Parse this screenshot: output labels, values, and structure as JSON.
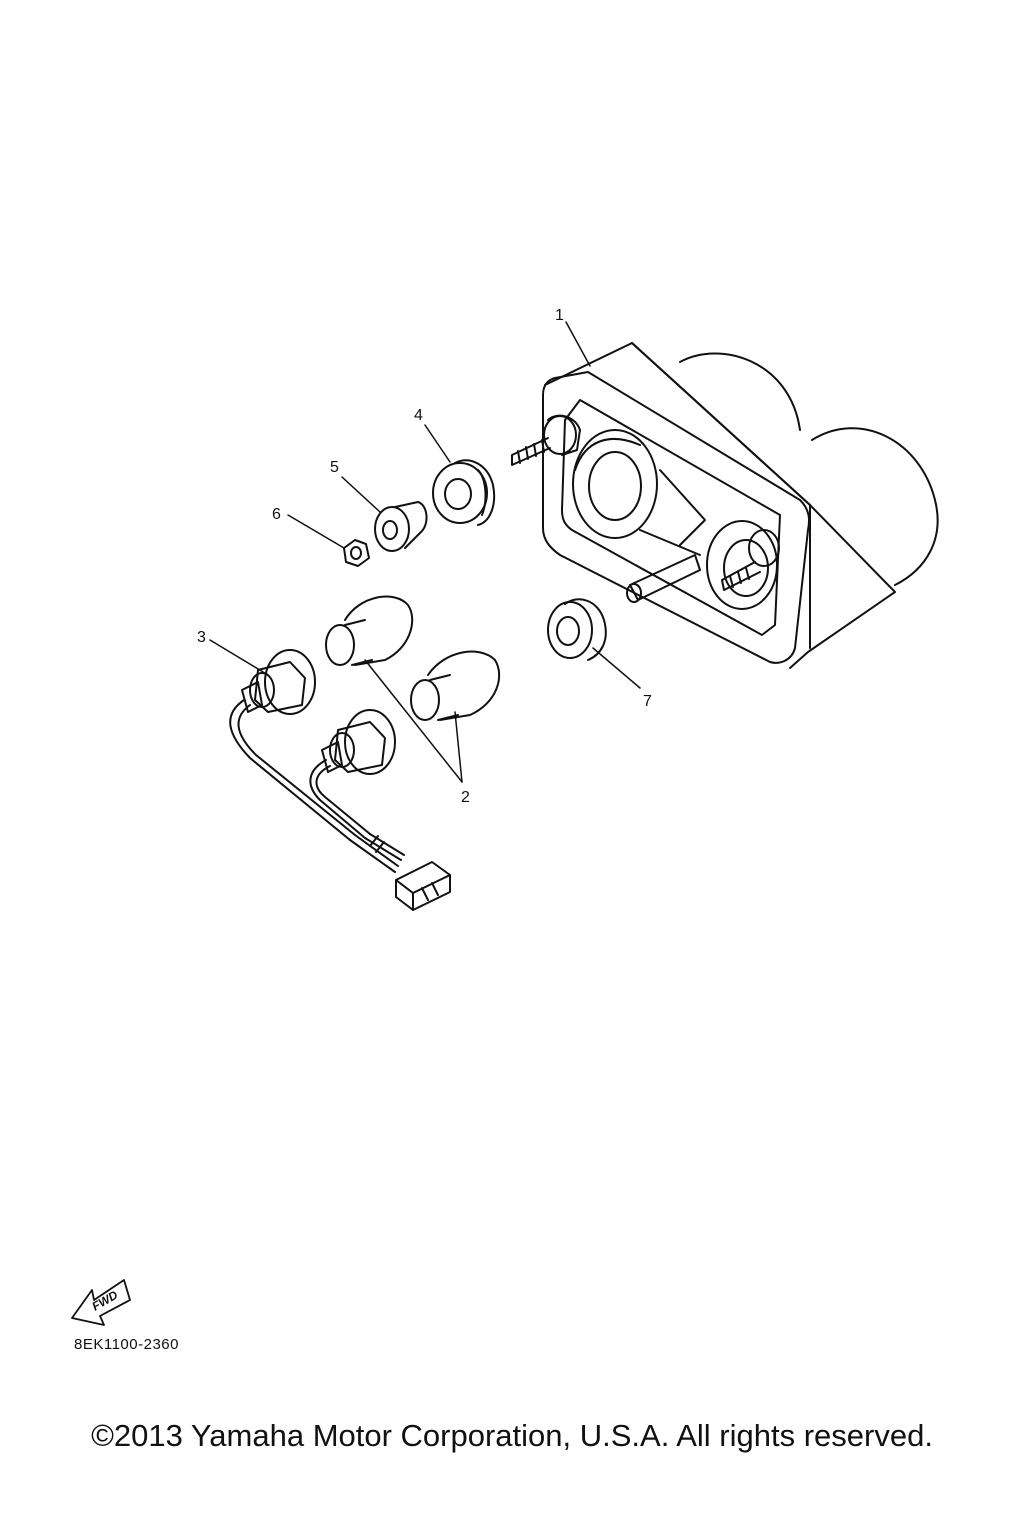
{
  "diagram": {
    "callouts": [
      "1",
      "2",
      "3",
      "4",
      "5",
      "6",
      "7"
    ],
    "fwd_label": "FWD"
  },
  "footer": {
    "reference_code": "8EK1100-2360",
    "copyright": "©2013 Yamaha Motor Corporation, U.S.A. All rights reserved."
  }
}
